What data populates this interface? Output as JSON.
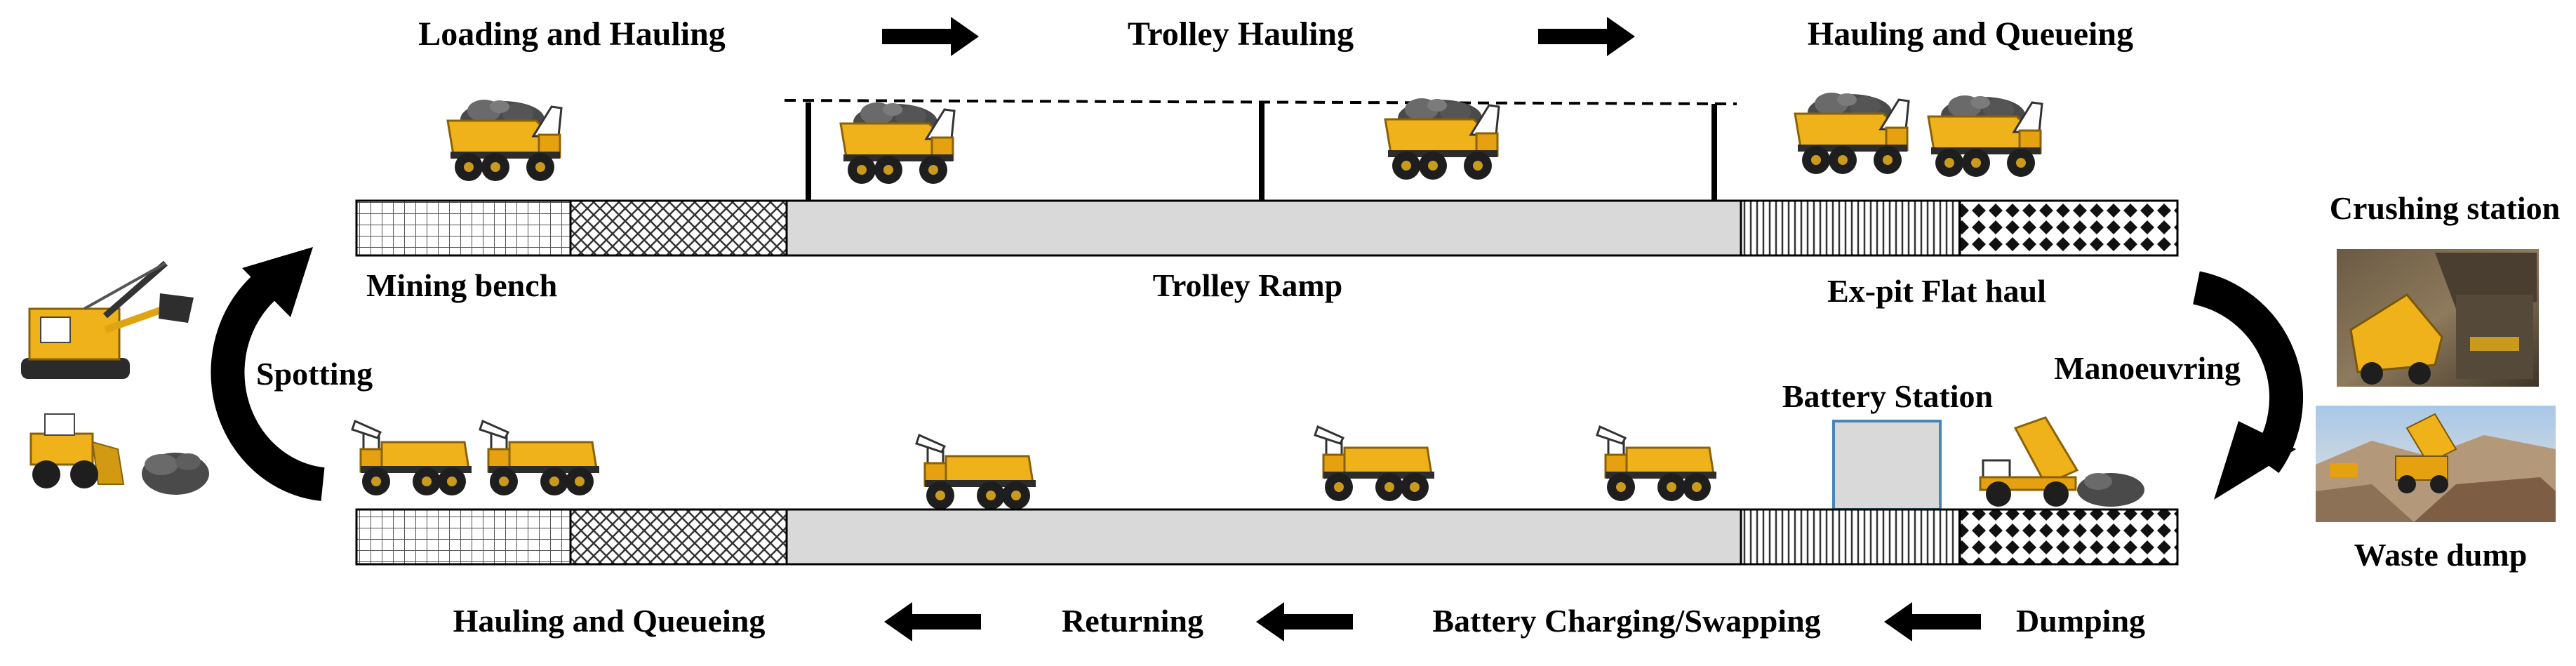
{
  "top_flow": {
    "stage_1": "Loading and Hauling",
    "stage_2": "Trolley Hauling",
    "stage_3": "Hauling and Queueing"
  },
  "bottom_flow": {
    "stage_1": "Dumping",
    "stage_2": "Battery Charging/Swapping",
    "stage_3": "Returning",
    "stage_4": "Hauling and Queueing"
  },
  "road_sections": {
    "mining_bench": "Mining bench",
    "trolley_ramp": "Trolley Ramp",
    "flat_haul": "Ex-pit Flat haul"
  },
  "turnarounds": {
    "left": "Spotting",
    "right": "Manoeuvring"
  },
  "stations": {
    "battery": "Battery Station",
    "crushing": "Crushing station",
    "waste": "Waste dump"
  },
  "colors": {
    "road_fill": "#d9d9d9",
    "outline": "#000000",
    "battery_station_border": "#4a86b4",
    "truck_body": "#f0b21a",
    "ore": "#4a4a4a"
  }
}
